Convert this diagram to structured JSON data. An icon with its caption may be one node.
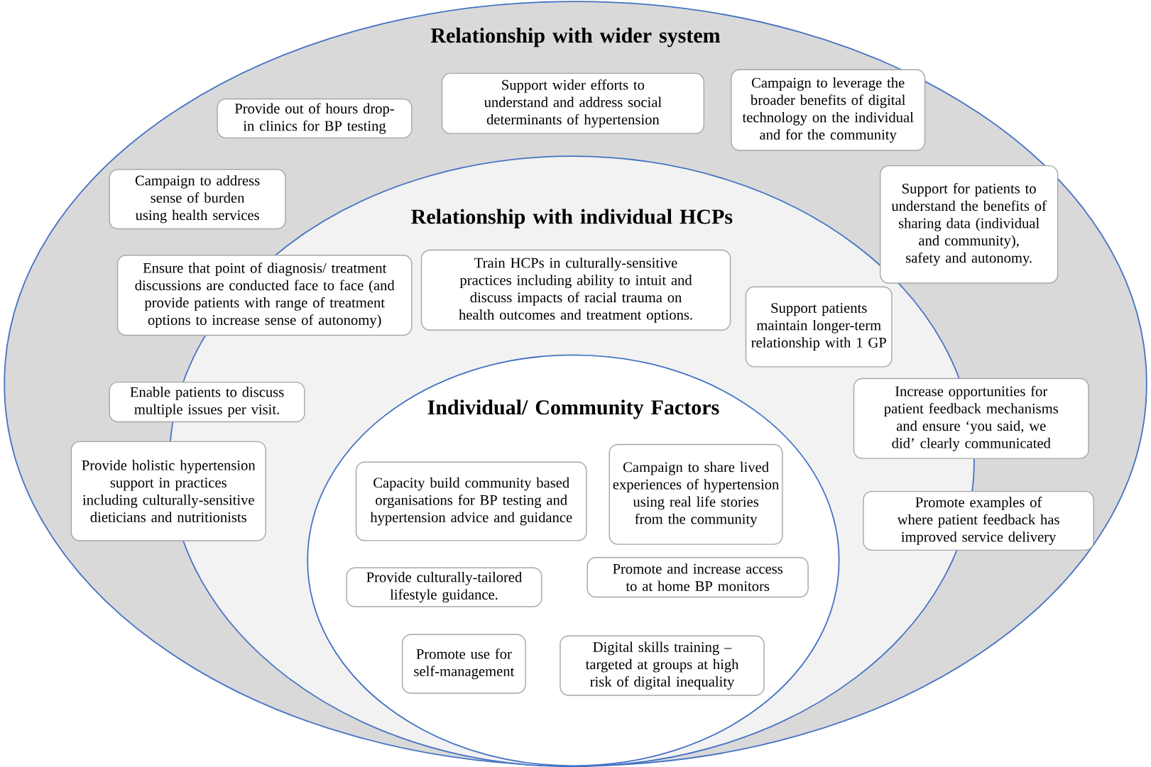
{
  "diagram": {
    "nodes": [
      {
        "text": [
          "Relationship with wider system"
        ]
      },
      {
        "text": [
          "Relationship with individual HCPs"
        ],
        "in": 0
      },
      {
        "text": [
          "Individual/ Community Factors"
        ],
        "in": 1
      },
      {
        "text": [
          "Provide out of hours drop-in clinics for BP testing"
        ],
        "in": 0
      },
      {
        "text": [
          "Support wider efforts to understand and address social determinants of hypertension"
        ],
        "in": 0
      },
      {
        "text": [
          "Campaign to leverage the broader benefits of digital technology on the individual and for the community"
        ],
        "in": 0
      },
      {
        "text": [
          "Campaign to address sense of burden using health services"
        ],
        "in": 0
      },
      {
        "text": [
          "Support for patients to understand the benefits of sharing data (individual and community), safety and autonomy."
        ],
        "in": 0
      },
      {
        "text": [
          "Ensure that point of diagnosis/ treatment discussions are conducted face to face (and provide patients with range of treatment options to increase sense of autonomy)"
        ],
        "in": 0
      },
      {
        "text": [
          "Train HCPs in culturally-sensitive practices including ability to intuit and discuss impacts of racial trauma on health outcomes and treatment options."
        ],
        "in": 1
      },
      {
        "text": [
          "Support patients maintain longer-term relationship with 1 GP"
        ],
        "in": 1
      },
      {
        "text": [
          "Enable patients to discuss multiple issues per visit."
        ],
        "in": 0
      },
      {
        "text": [
          "Increase opportunities for patient feedback mechanisms and ensure ‘you said, we did’ clearly communicated"
        ],
        "in": 0
      },
      {
        "text": [
          "Provide holistic hypertension support in practices including culturally-sensitive dieticians and nutritionists"
        ],
        "in": 0
      },
      {
        "text": [
          "Promote examples of where patient feedback has improved service delivery"
        ],
        "in": 0
      },
      {
        "text": [
          "Capacity build community based organisations for BP testing and hypertension advice and guidance"
        ],
        "in": 2
      },
      {
        "text": [
          "Campaign to share lived experiences of hypertension using real life stories from the community"
        ],
        "in": 2
      },
      {
        "text": [
          "Provide culturally-tailored lifestyle guidance."
        ],
        "in": 2
      },
      {
        "text": [
          "Promote and increase access to at home BP monitors"
        ],
        "in": 2
      },
      {
        "text": [
          "Promote use for self-management"
        ],
        "in": 2
      },
      {
        "text": [
          "Digital skills training – targeted at groups at high risk of digital inequality"
        ],
        "in": 2
      }
    ]
  }
}
